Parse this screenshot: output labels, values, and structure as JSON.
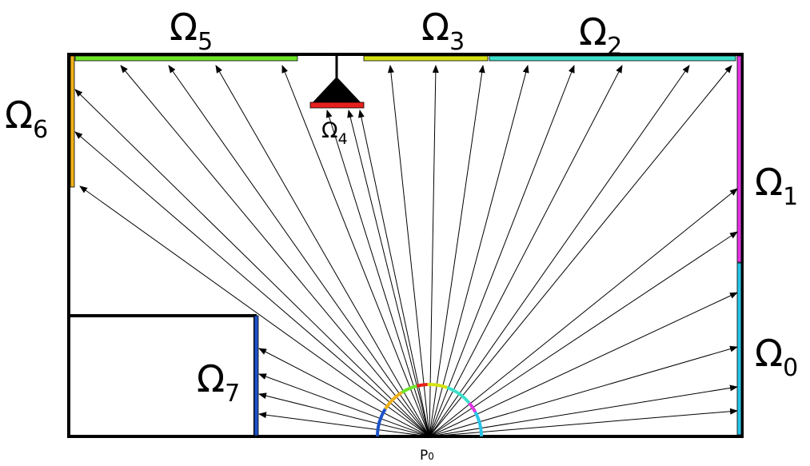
{
  "source_point": {
    "label": "P",
    "sub": "0"
  },
  "regions": [
    {
      "id": "omega-0",
      "symbol": "Ω",
      "sub": "0",
      "color": "#2ac3e8"
    },
    {
      "id": "omega-1",
      "symbol": "Ω",
      "sub": "1",
      "color": "#e234e2"
    },
    {
      "id": "omega-2",
      "symbol": "Ω",
      "sub": "2",
      "color": "#3de0cc"
    },
    {
      "id": "omega-3",
      "symbol": "Ω",
      "sub": "3",
      "color": "#d4e214"
    },
    {
      "id": "omega-4",
      "symbol": "Ω",
      "sub": "4",
      "color": "#e6201d"
    },
    {
      "id": "omega-5",
      "symbol": "Ω",
      "sub": "5",
      "color": "#6ee62a"
    },
    {
      "id": "omega-6",
      "symbol": "Ω",
      "sub": "6",
      "color": "#f0b21a"
    },
    {
      "id": "omega-7",
      "symbol": "Ω",
      "sub": "7",
      "color": "#1d53c8"
    }
  ],
  "colors": {
    "wall": "#000000",
    "ray": "#000000",
    "speaker": "#000000"
  }
}
